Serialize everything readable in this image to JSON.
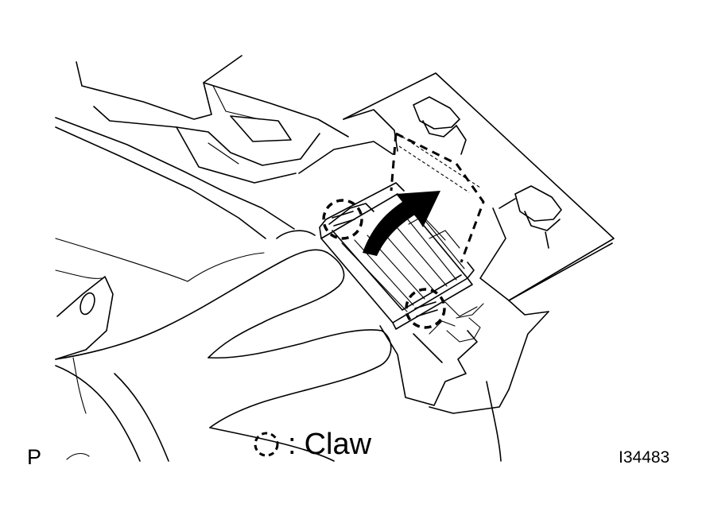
{
  "figure": {
    "section_letter": "P",
    "figure_id": "I34483",
    "legend": {
      "symbol": "dashed-circle-icon",
      "label": "Claw"
    }
  },
  "colors": {
    "line": "#000000",
    "background": "#ffffff"
  }
}
